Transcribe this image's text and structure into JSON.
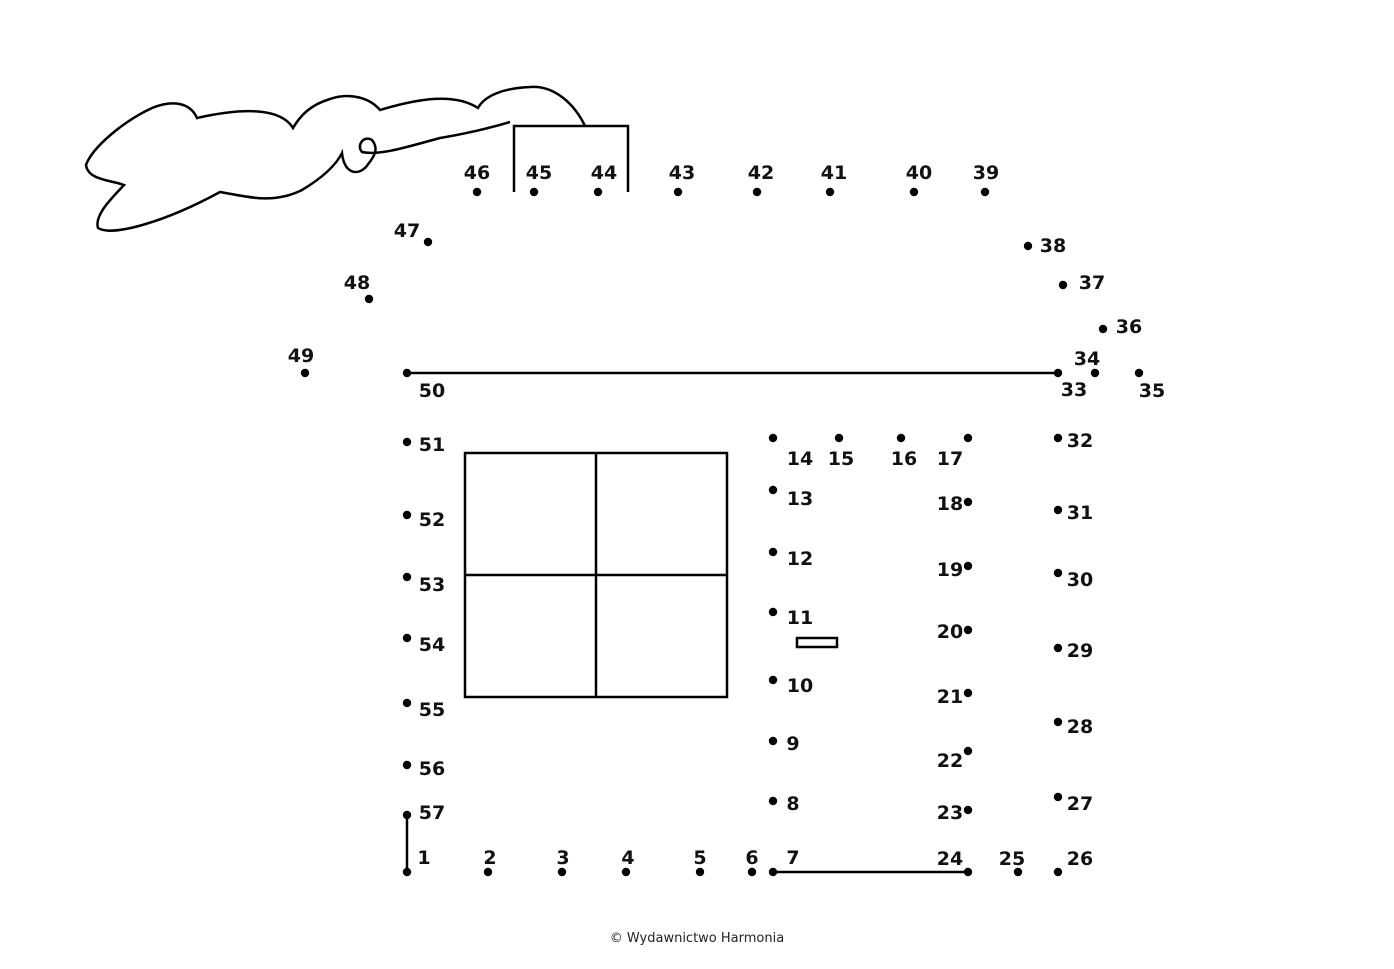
{
  "worksheet": {
    "dot_labels": [
      "1",
      "2",
      "3",
      "4",
      "5",
      "6",
      "7",
      "8",
      "9",
      "10",
      "11",
      "12",
      "13",
      "14",
      "15",
      "16",
      "17",
      "18",
      "19",
      "20",
      "21",
      "22",
      "23",
      "24",
      "25",
      "26",
      "27",
      "28",
      "29",
      "30",
      "31",
      "32",
      "33",
      "34",
      "35",
      "36",
      "37",
      "38",
      "39",
      "40",
      "41",
      "42",
      "43",
      "44",
      "45",
      "46",
      "47",
      "48",
      "49",
      "50",
      "51",
      "52",
      "53",
      "54",
      "55",
      "56",
      "57"
    ],
    "ink_color": "#000000"
  },
  "footer": {
    "copyright": "© Wydawnictwo Harmonia"
  }
}
